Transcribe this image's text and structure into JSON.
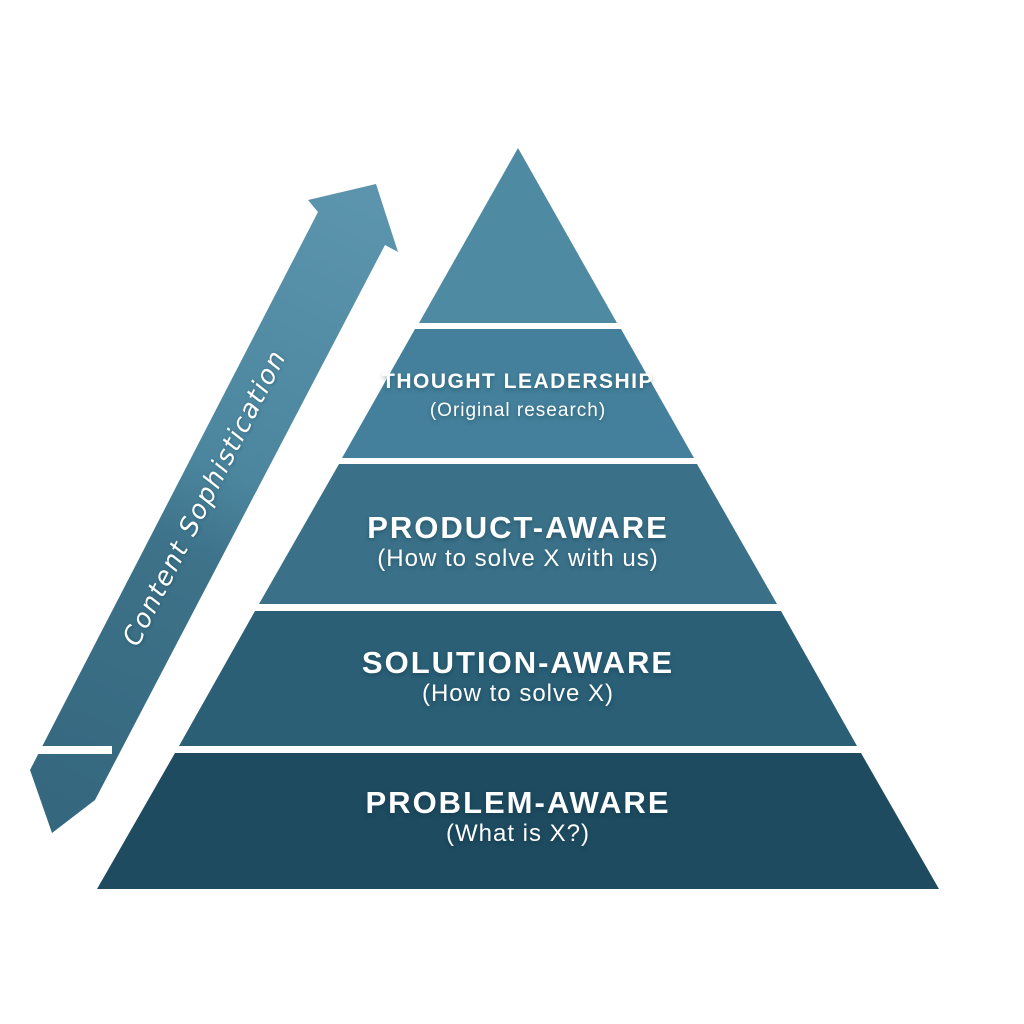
{
  "background_color": "#ffffff",
  "diagram": {
    "arrow": {
      "label": "Content Sophistication",
      "gradient_top": "#5b94ac",
      "gradient_mid": "#4b869e",
      "gradient_low": "#3d7289",
      "gradient_bottom": "#35687f"
    },
    "pyramid": {
      "divider_color": "#ffffff",
      "tiers": [
        {
          "id": "apex",
          "title": "",
          "subtitle": "",
          "color": "#4e8ba3"
        },
        {
          "id": "thought-leadership",
          "title": "THOUGHT LEADERSHIP",
          "subtitle": "(Original research)",
          "color": "#44809b"
        },
        {
          "id": "product-aware",
          "title": "PRODUCT-AWARE",
          "subtitle": "(How to solve X with us)",
          "color": "#3a7189"
        },
        {
          "id": "solution-aware",
          "title": "SOLUTION-AWARE",
          "subtitle": "(How to solve X)",
          "color": "#2a5f76"
        },
        {
          "id": "problem-aware",
          "title": "PROBLEM-AWARE",
          "subtitle": "(What is X?)",
          "color": "#1e4b60"
        }
      ]
    }
  }
}
